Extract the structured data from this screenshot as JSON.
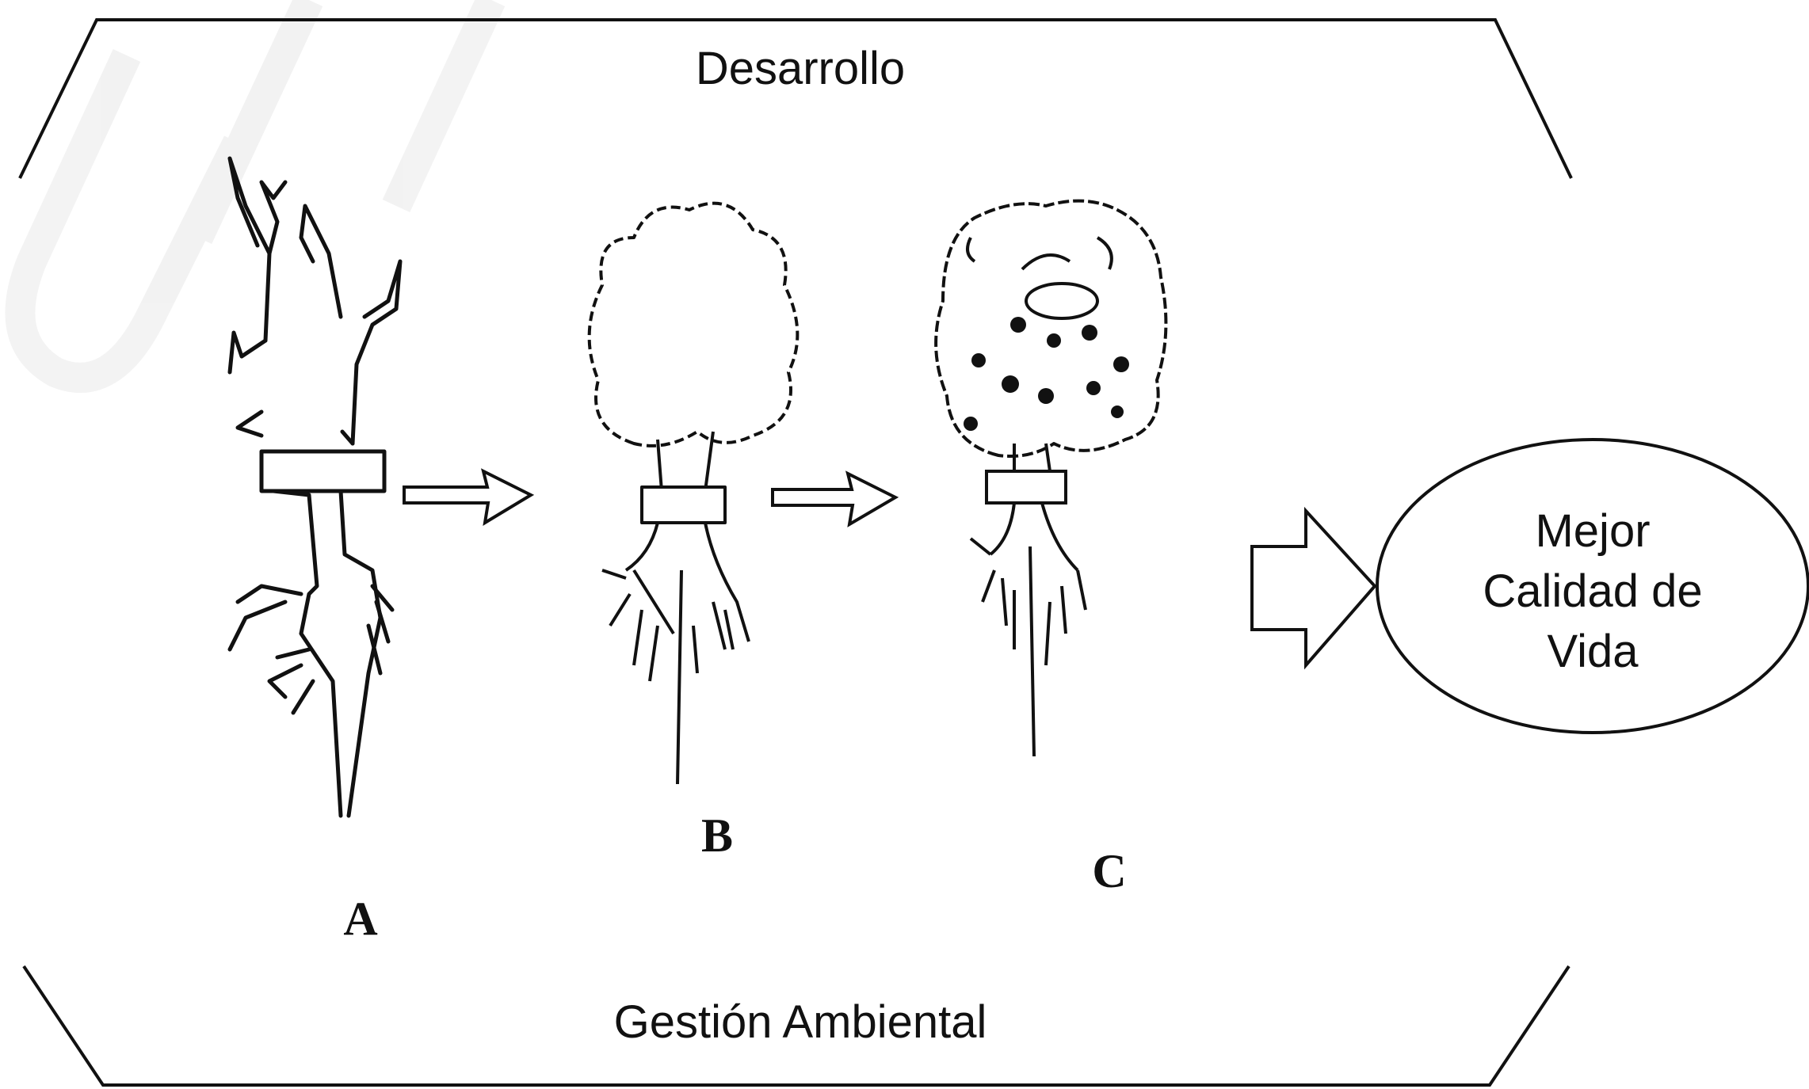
{
  "top_label": "Desarrollo",
  "bottom_label": "Gestión Ambiental",
  "stages": [
    {
      "letter": "A",
      "icon": "bare-tree-icon"
    },
    {
      "letter": "B",
      "icon": "leafy-tree-icon"
    },
    {
      "letter": "C",
      "icon": "fruit-tree-icon"
    }
  ],
  "outcome": {
    "lines": [
      "Mejor",
      "Calidad de",
      "Vida"
    ]
  },
  "watermark": "UDI-DI"
}
